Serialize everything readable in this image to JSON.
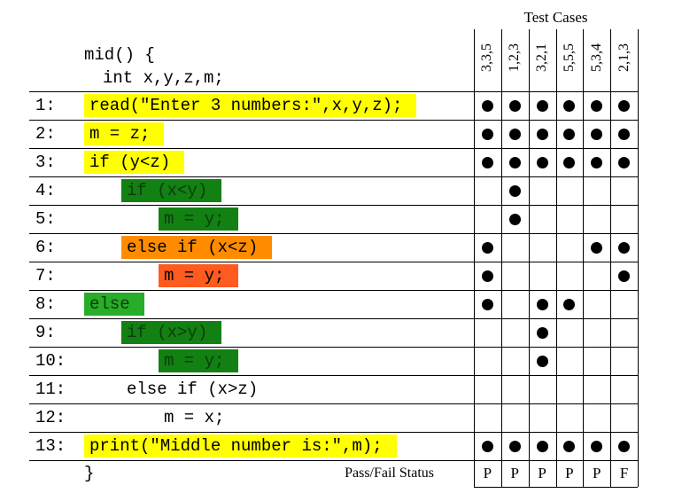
{
  "title": "Test Cases",
  "pass_fail_label": "Pass/Fail Status",
  "header_lines": [
    {
      "text": "mid() {"
    },
    {
      "text": "int x,y,z,m;"
    }
  ],
  "footer_line": "}",
  "test_cases": [
    "3,3,5",
    "1,2,3",
    "3,2,1",
    "5,5,5",
    "5,3,4",
    "2,1,3"
  ],
  "pass_fail": [
    "P",
    "P",
    "P",
    "P",
    "P",
    "F"
  ],
  "colors": {
    "yellow": "#ffff00",
    "dark_green": "#128012",
    "green": "#27ad27",
    "orange": "#ff8c00",
    "red_orange": "#ff5a1f",
    "green_text": "#0c3c0c",
    "grid": "#000000",
    "dot": "#000000"
  },
  "rows": [
    {
      "num": "1:",
      "code": "read(\"Enter 3 numbers:\",x,y,z);",
      "indent": 0,
      "highlight": "yellow",
      "coverage": [
        1,
        1,
        1,
        1,
        1,
        1
      ]
    },
    {
      "num": "2:",
      "code": "m = z;",
      "indent": 0,
      "highlight": "yellow",
      "coverage": [
        1,
        1,
        1,
        1,
        1,
        1
      ]
    },
    {
      "num": "3:",
      "code": "if (y<z)",
      "indent": 0,
      "highlight": "yellow",
      "coverage": [
        1,
        1,
        1,
        1,
        1,
        1
      ]
    },
    {
      "num": "4:",
      "code": "if (x<y)",
      "indent": 1,
      "highlight": "dark_green",
      "coverage": [
        0,
        1,
        0,
        0,
        0,
        0
      ]
    },
    {
      "num": "5:",
      "code": "m = y;",
      "indent": 2,
      "highlight": "dark_green",
      "coverage": [
        0,
        1,
        0,
        0,
        0,
        0
      ]
    },
    {
      "num": "6:",
      "code": "else if (x<z)",
      "indent": 1,
      "highlight": "orange",
      "coverage": [
        1,
        0,
        0,
        0,
        1,
        1
      ]
    },
    {
      "num": "7:",
      "code": "m = y;",
      "indent": 2,
      "highlight": "red_orange",
      "coverage": [
        1,
        0,
        0,
        0,
        0,
        1
      ]
    },
    {
      "num": "8:",
      "code": "else",
      "indent": 0,
      "highlight": "green",
      "coverage": [
        1,
        0,
        1,
        1,
        0,
        0
      ]
    },
    {
      "num": "9:",
      "code": "if (x>y)",
      "indent": 1,
      "highlight": "dark_green",
      "coverage": [
        0,
        0,
        1,
        0,
        0,
        0
      ]
    },
    {
      "num": "10:",
      "code": "m = y;",
      "indent": 2,
      "highlight": "dark_green",
      "coverage": [
        0,
        0,
        1,
        0,
        0,
        0
      ]
    },
    {
      "num": "11:",
      "code": "else if (x>z)",
      "indent": 1,
      "highlight": null,
      "coverage": [
        0,
        0,
        0,
        0,
        0,
        0
      ]
    },
    {
      "num": "12:",
      "code": "m = x;",
      "indent": 2,
      "highlight": null,
      "coverage": [
        0,
        0,
        0,
        0,
        0,
        0
      ]
    },
    {
      "num": "13:",
      "code": "print(\"Middle number is:\",m);",
      "indent": 0,
      "highlight": "yellow",
      "coverage": [
        1,
        1,
        1,
        1,
        1,
        1
      ]
    }
  ]
}
